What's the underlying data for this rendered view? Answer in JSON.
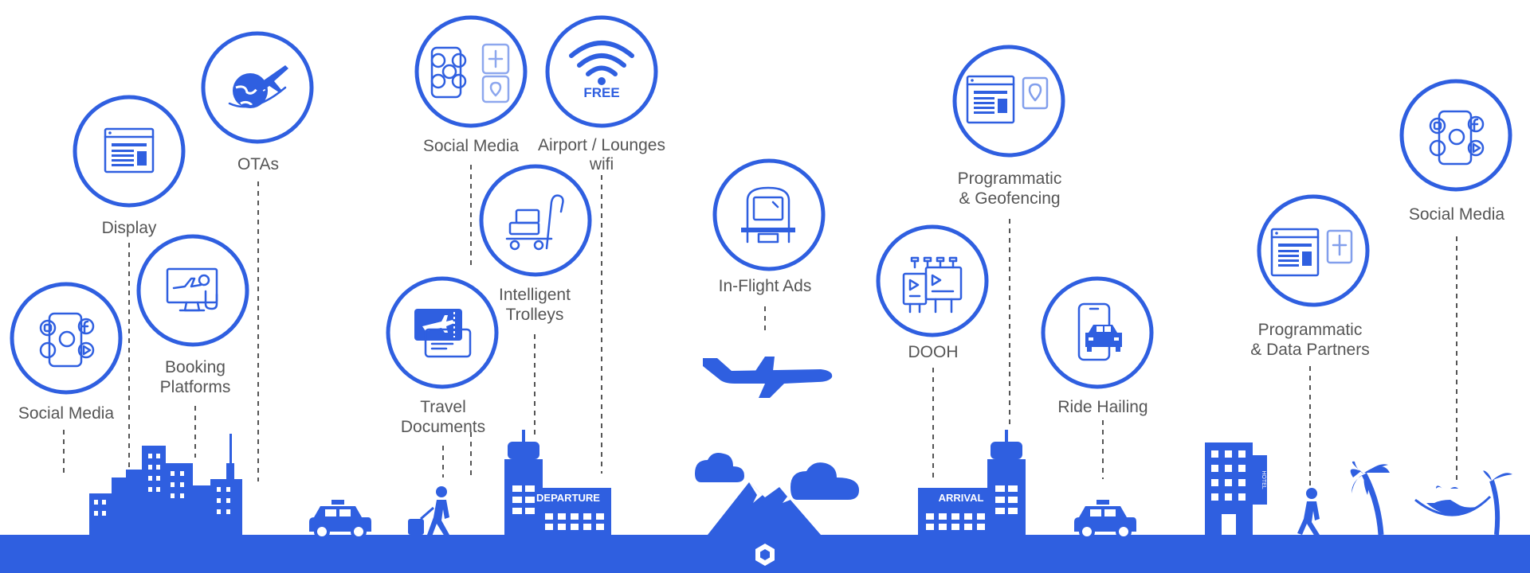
{
  "channels": {
    "social_media_1": [
      "Social Media"
    ],
    "display": [
      "Display"
    ],
    "booking": [
      "Booking",
      "Platforms"
    ],
    "otas": [
      "OTAs"
    ],
    "travel_docs": [
      "Travel",
      "Documents"
    ],
    "social_media_2": [
      "Social Media"
    ],
    "trolleys": [
      "Intelligent",
      "Trolleys"
    ],
    "wifi": [
      "Airport / Lounges",
      "wifi"
    ],
    "inflight": [
      "In-Flight Ads"
    ],
    "dooh": [
      "DOOH"
    ],
    "geofencing": [
      "Programmatic",
      "& Geofencing"
    ],
    "ride_hailing": [
      "Ride Hailing"
    ],
    "data_partners": [
      "Programmatic",
      "& Data Partners"
    ],
    "social_media_3": [
      "Social Media"
    ]
  },
  "badges": {
    "wifi_free": "FREE",
    "departure": "DEPARTURE",
    "arrival": "ARRIVAL",
    "hotel": "HOTEL"
  },
  "colors": {
    "brand": "#2f5fe0",
    "label": "#555555",
    "background": "#ffffff"
  }
}
